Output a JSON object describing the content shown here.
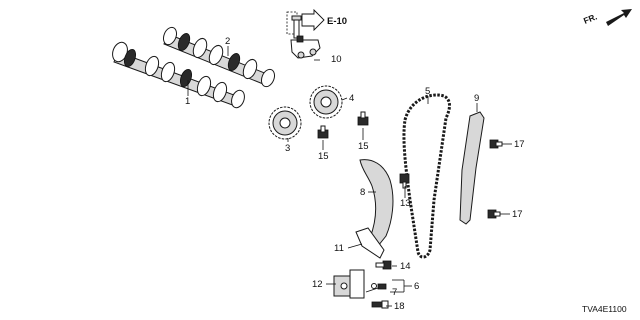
{
  "diagram": {
    "orientation_label": "FR.",
    "reference_label": "E-10",
    "drawing_code": "TVA4E1100",
    "callouts": [
      "1",
      "2",
      "3",
      "4",
      "5",
      "6",
      "7",
      "8",
      "9",
      "10",
      "11",
      "12",
      "13",
      "14",
      "15",
      "15",
      "17",
      "17",
      "18"
    ]
  }
}
